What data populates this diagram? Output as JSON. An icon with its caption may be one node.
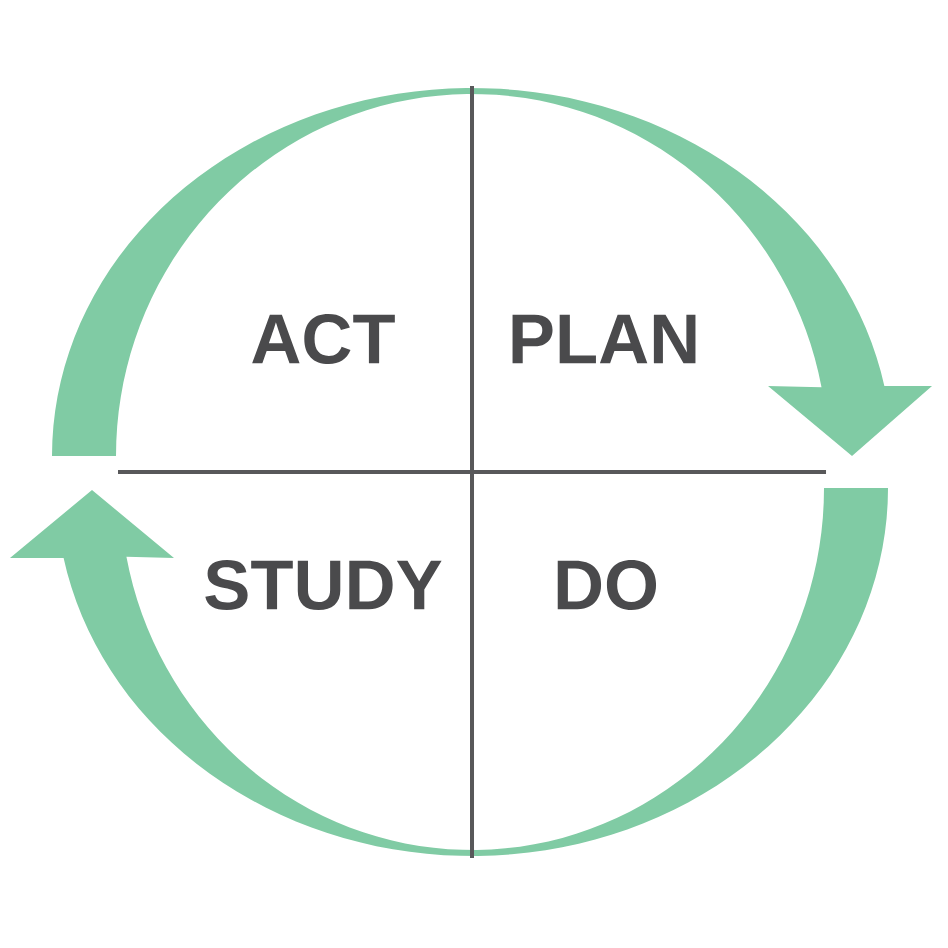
{
  "diagram": {
    "labels": [
      "ACT",
      "PLAN",
      "STUDY",
      "DO"
    ]
  }
}
